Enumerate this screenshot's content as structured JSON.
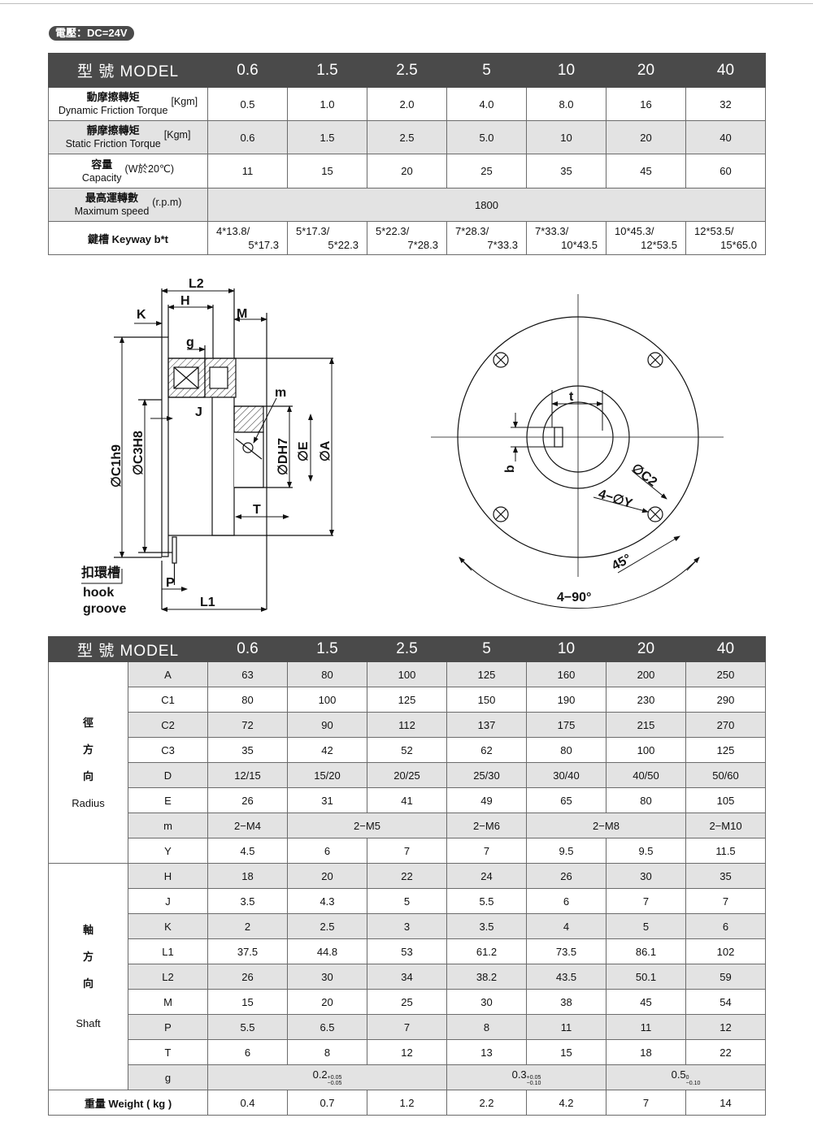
{
  "voltage_badge": "電壓：DC=24V",
  "models": [
    "0.6",
    "1.5",
    "2.5",
    "5",
    "10",
    "20",
    "40"
  ],
  "model_header": "型 號 MODEL",
  "table1": {
    "dynamic_torque": {
      "label_cn": "動摩擦轉矩",
      "label_en": "Dynamic Friction Torque",
      "unit": "[Kgm]",
      "values": [
        "0.5",
        "1.0",
        "2.0",
        "4.0",
        "8.0",
        "16",
        "32"
      ]
    },
    "static_torque": {
      "label_cn": "靜摩擦轉矩",
      "label_en": "Static Friction Torque",
      "unit": "[Kgm]",
      "values": [
        "0.6",
        "1.5",
        "2.5",
        "5.0",
        "10",
        "20",
        "40"
      ]
    },
    "capacity": {
      "label_cn": "容量",
      "label_en": "Capacity",
      "unit": "(W於20℃)",
      "values": [
        "11",
        "15",
        "20",
        "25",
        "35",
        "45",
        "60"
      ]
    },
    "max_speed": {
      "label_cn": "最高運轉數",
      "label_en": "Maximum speed",
      "unit": "(r.p.m)",
      "value": "1800"
    },
    "keyway": {
      "label": "鍵槽  Keyway b*t",
      "values": [
        [
          "4*13.8/",
          "5*17.3"
        ],
        [
          "5*17.3/",
          "5*22.3"
        ],
        [
          "5*22.3/",
          "7*28.3"
        ],
        [
          "7*28.3/",
          "7*33.3"
        ],
        [
          "7*33.3/",
          "10*43.5"
        ],
        [
          "10*45.3/",
          "12*53.5"
        ],
        [
          "12*53.5/",
          "15*65.0"
        ]
      ]
    }
  },
  "drawing_labels": {
    "L2": "L2",
    "H": "H",
    "K": "K",
    "M": "M",
    "g": "g",
    "J": "J",
    "m": "m",
    "C1": "∅C1h9",
    "C3": "∅C3H8",
    "D": "∅DH7",
    "E": "∅E",
    "A": "∅A",
    "T": "T",
    "P": "P",
    "L1": "L1",
    "hook_cn": "扣環槽",
    "hook_en1": "hook",
    "hook_en2": "groove",
    "t": "t",
    "b": "b",
    "C2": "∅C2",
    "Y": "4−∅Y",
    "angle45": "45°",
    "angle90": "4−90°"
  },
  "table2": {
    "radius_group": {
      "chars": [
        "徑",
        "方",
        "向"
      ],
      "en": "Radius"
    },
    "shaft_group": {
      "chars": [
        "軸",
        "方",
        "向"
      ],
      "en": "Shaft"
    },
    "radius_rows": [
      {
        "key": "A",
        "values": [
          "63",
          "80",
          "100",
          "125",
          "160",
          "200",
          "250"
        ]
      },
      {
        "key": "C1",
        "values": [
          "80",
          "100",
          "125",
          "150",
          "190",
          "230",
          "290"
        ]
      },
      {
        "key": "C2",
        "values": [
          "72",
          "90",
          "112",
          "137",
          "175",
          "215",
          "270"
        ]
      },
      {
        "key": "C3",
        "values": [
          "35",
          "42",
          "52",
          "62",
          "80",
          "100",
          "125"
        ]
      },
      {
        "key": "D",
        "values": [
          "12/15",
          "15/20",
          "20/25",
          "25/30",
          "30/40",
          "40/50",
          "50/60"
        ]
      },
      {
        "key": "E",
        "values": [
          "26",
          "31",
          "41",
          "49",
          "65",
          "80",
          "105"
        ]
      },
      {
        "key": "m",
        "values": [
          "2−M4",
          "2−M5",
          "2−M6",
          "2−M8",
          "2−M10"
        ]
      },
      {
        "key": "Y",
        "values": [
          "4.5",
          "6",
          "7",
          "7",
          "9.5",
          "9.5",
          "11.5"
        ]
      }
    ],
    "shaft_rows": [
      {
        "key": "H",
        "values": [
          "18",
          "20",
          "22",
          "24",
          "26",
          "30",
          "35"
        ]
      },
      {
        "key": "J",
        "values": [
          "3.5",
          "4.3",
          "5",
          "5.5",
          "6",
          "7",
          "7"
        ]
      },
      {
        "key": "K",
        "values": [
          "2",
          "2.5",
          "3",
          "3.5",
          "4",
          "5",
          "6"
        ]
      },
      {
        "key": "L1",
        "values": [
          "37.5",
          "44.8",
          "53",
          "61.2",
          "73.5",
          "86.1",
          "102"
        ]
      },
      {
        "key": "L2",
        "values": [
          "26",
          "30",
          "34",
          "38.2",
          "43.5",
          "50.1",
          "59"
        ]
      },
      {
        "key": "M",
        "values": [
          "15",
          "20",
          "25",
          "30",
          "38",
          "45",
          "54"
        ]
      },
      {
        "key": "P",
        "values": [
          "5.5",
          "6.5",
          "7",
          "8",
          "11",
          "11",
          "12"
        ]
      },
      {
        "key": "T",
        "values": [
          "6",
          "8",
          "12",
          "13",
          "15",
          "18",
          "22"
        ]
      }
    ],
    "g_row": {
      "key": "g",
      "values": [
        {
          "base": "0.2",
          "upper": "+0.05",
          "lower": "−0.05"
        },
        {
          "base": "0.3",
          "upper": "+0.05",
          "lower": "−0.10"
        },
        {
          "base": "0.5",
          "upper": "0",
          "lower": "−0.10"
        }
      ]
    },
    "weight": {
      "label": "重量 Weight ( kg )",
      "values": [
        "0.4",
        "0.7",
        "1.2",
        "2.2",
        "4.2",
        "7",
        "14"
      ]
    }
  }
}
